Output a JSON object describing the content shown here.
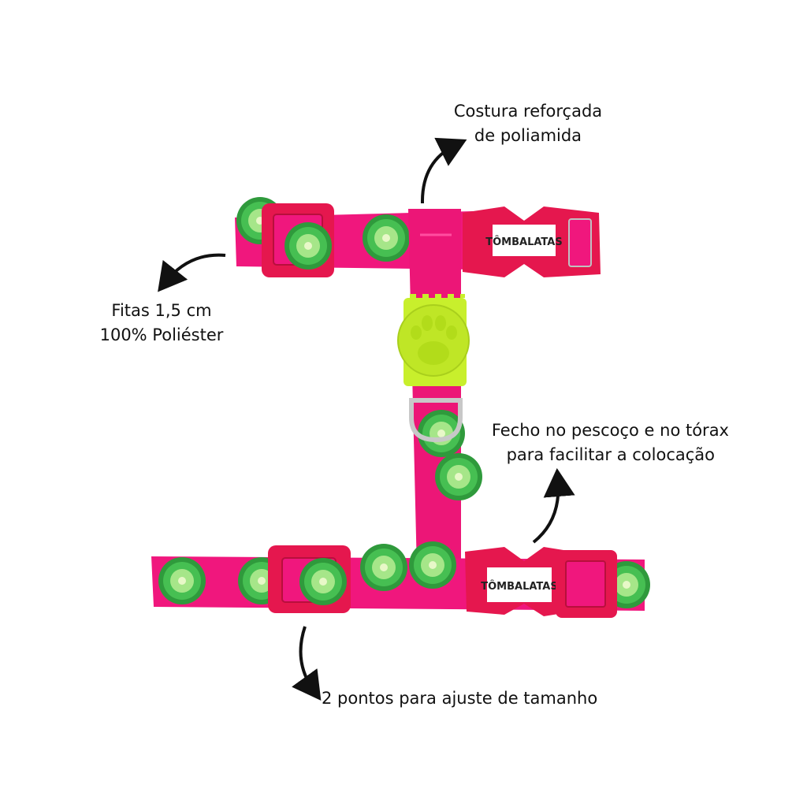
{
  "annotations": {
    "stitching": {
      "line1": "Costura reforçada",
      "line2": "de poliamida"
    },
    "straps": {
      "line1": "Fitas 1,5 cm",
      "line2": "100% Poliéster"
    },
    "closure": {
      "line1": "Fecho no pescoço e no tórax",
      "line2": "para facilitar a colocação"
    },
    "adjust": {
      "line1": "2 pontos para ajuste de tamanho"
    }
  },
  "product": {
    "brand_logo": "TÔMBALATAS",
    "icons": [
      "paw-icon",
      "d-ring-icon",
      "kiwi-pattern"
    ]
  },
  "colors": {
    "strap": "#f0177d",
    "buckle": "#e5174e",
    "clip": "#c8ef2c",
    "kiwi_outer": "#3fb24a",
    "kiwi_inner": "#9be07a",
    "text": "#111111"
  }
}
